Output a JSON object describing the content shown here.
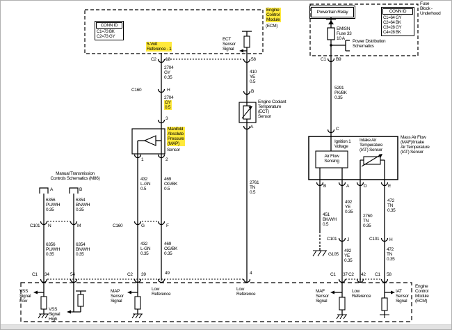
{
  "colors": {
    "highlight": "#ffe93b",
    "line": "#000000",
    "background": "#ffffff"
  },
  "top_ecm": {
    "module_label_highlighted": "Engine\nControl\nModule",
    "module_label_tail": "(ECM)",
    "conn_id_title": "CONN ID",
    "conn_id_rows": "C1=73 BK\nC2=73 GY",
    "five_volt_reference": "5-Volt\nReference - 1",
    "ect_sensor_signal": "ECT\nSensor\nSignal",
    "conn_c2": "C2",
    "pin_13": "13",
    "pin_58": "58"
  },
  "fuse_block": {
    "title": "Fuse\nBlock -\nUnderhood",
    "powertrain_relay": "Powertrain Relay",
    "fuse": "EMISN\nFuse 33\n10 A",
    "power_distribution": "Power Distribution\nSchematics",
    "conn_id_title": "CONN ID",
    "conn_id_rows": "C1=64 GY\nC2=64 BK\nC3=28 GY\nC4=28 BK",
    "conn_c1": "C1",
    "pin_b9": "B9"
  },
  "map_branch": {
    "wire_2704_a": "2704\nGY\n0.35",
    "c160": "C160",
    "pin_h": "H",
    "wire_2704_b": "2704",
    "wire_2704_b_highlighted": "GY\n0.5",
    "pin_3": "3",
    "sensor_highlighted": "Manifold\nAbsolute\nPressure\n(MAP)",
    "sensor_tail": "Sensor",
    "pin_1": "1",
    "pin_2": "2",
    "wire_432_a": "432\nL-GN\n0.5",
    "wire_469_a": "469\nOG/BK\n0.5",
    "c160_lower": "C160",
    "pin_g": "G",
    "pin_f": "F",
    "wire_432_b": "432\nL-GN\n0.35",
    "wire_469_b": "469\nOG/BK\n0.35"
  },
  "ect_branch": {
    "wire_410": "410\nYE\n0.5",
    "pin_b": "B",
    "sensor": "Engine Coolant\nTemperature\n(ECT)\nSensor",
    "pin_a": "A",
    "wire_2761": "2761\nTN\n0.5"
  },
  "maf_branch": {
    "wire_5291": "5291\nPK/BK\n0.35",
    "pin_c": "C",
    "ignition": "Ignition 1\nVoltage",
    "air_flow_sensing": "Air Flow\nSensing",
    "iat_inner": "Intake Air\nTemperature\n(IAT) Sensor",
    "sensor_label": "Mass Air Flow\n(MAF)/Intake\nAir Temperature\n(IAT) Sensor",
    "pin_b": "B",
    "pin_a": "A",
    "pin_d": "D",
    "pin_e": "E",
    "wire_451": "451\nBK/WH\n0.5",
    "wire_492_a": "492\nYE\n0.35",
    "wire_2760": "2760\nTN\n0.35",
    "wire_472_a": "472\nTN\n0.35",
    "c101_left": "C101",
    "pin_j": "J",
    "c101_right": "C101",
    "pin_h": "H",
    "ground": "G105",
    "wire_492_b": "492\nYE\n0.35",
    "wire_472_b": "472\nTN\n0.35"
  },
  "vss_branch": {
    "source": "Manual Transmission\nControls Schematics (M86)",
    "pin_a": "A",
    "pin_b": "B",
    "wire_6356_a": "6356\nPU/WH\n0.35",
    "wire_6354_a": "6354\nBN/WH\n0.35",
    "c101": "C101",
    "pin_n": "N",
    "pin_m": "M",
    "wire_6356_b": "6356\nPU/WH\n0.35",
    "wire_6354_b": "6354\nBN/WH\n0.35"
  },
  "bottom_ecm": {
    "conn_c1_vss": "C1",
    "pin_34": "34",
    "pin_54": "54",
    "vss_signal_low": "VSS\nSignal\nLow",
    "vss_signal_high": "VSS\nSignal\nHigh",
    "conn_c2_map": "C2",
    "pin_39": "39",
    "pin_49": "49",
    "map_sensor_signal": "MAP\nSensor\nSignal",
    "low_reference_map": "Low\nReference",
    "pin_4": "4",
    "low_reference_ect": "Low\nReference",
    "conn_c1_maf": "C1",
    "pin_37": "37",
    "maf_sensor_signal": "MAF\nSensor\nSignal",
    "conn_c2_low": "C2",
    "pin_42": "42",
    "low_reference_maf": "Low\nReference",
    "conn_c1_iat": "C1",
    "pin_58": "58",
    "iat_sensor_signal": "IAT\nSensor\nSignal",
    "module_label": "Engine\nControl\nModule\n(ECM)"
  }
}
